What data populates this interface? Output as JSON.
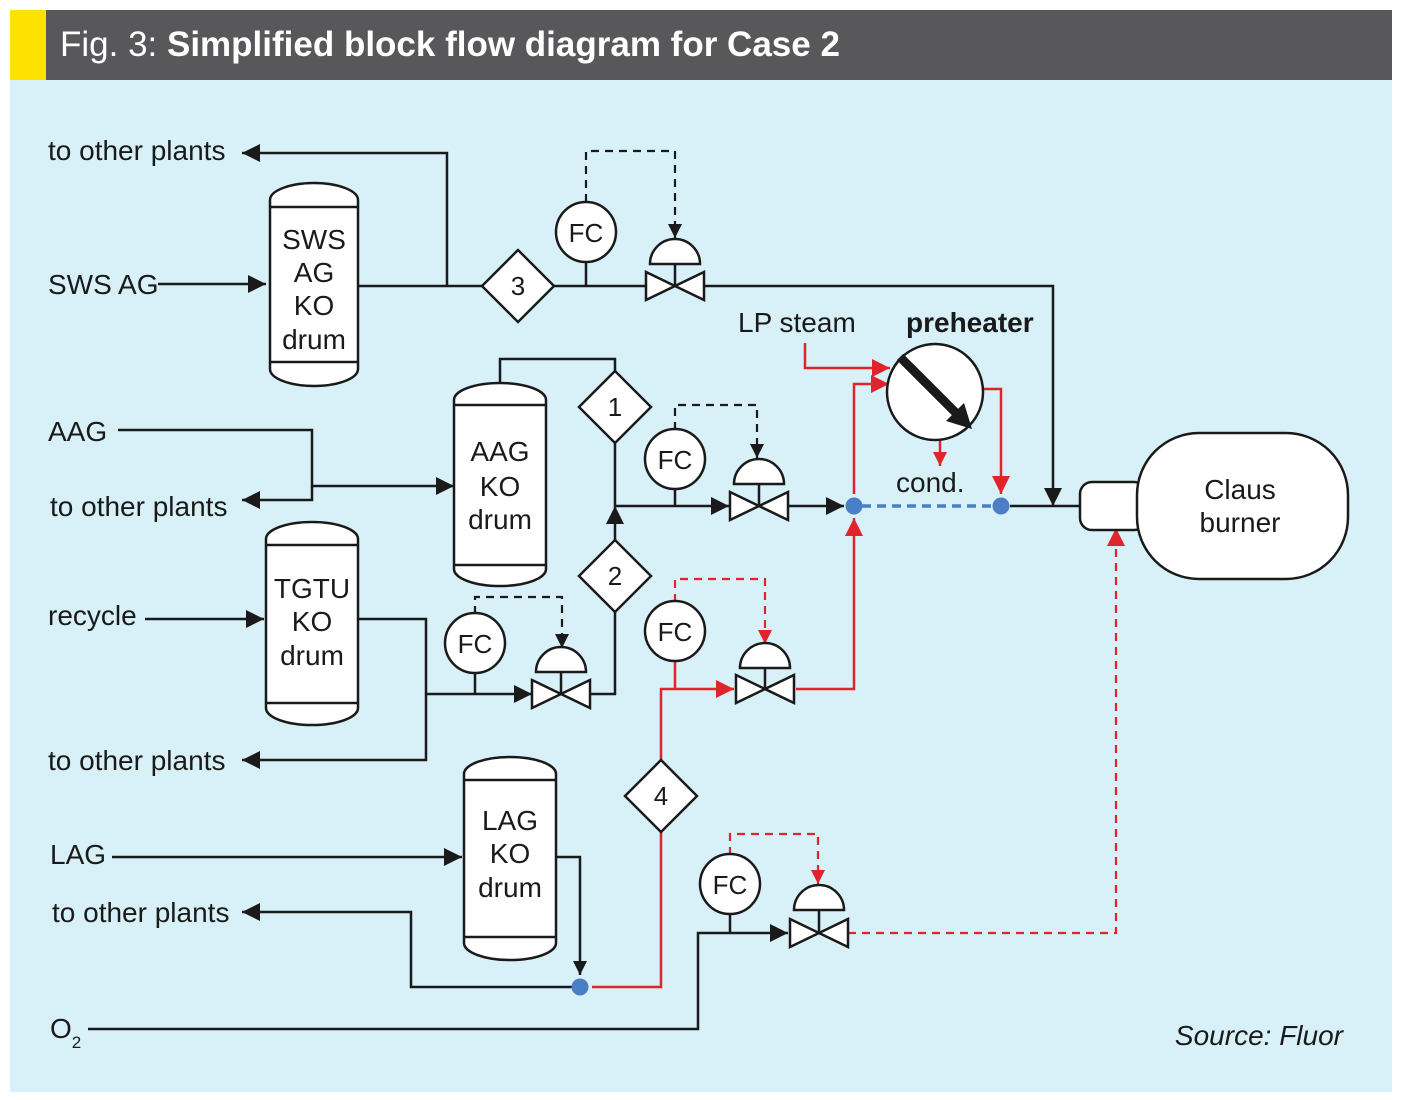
{
  "figure": {
    "prefix": "Fig. 3: ",
    "title": "Simplified block flow diagram for Case 2",
    "source": "Source: Fluor"
  },
  "colors": {
    "header_bg": "#58585a",
    "header_accent": "#fde100",
    "panel_bg": "#d8f0f8",
    "red": "#e0242b",
    "blue": "#4a7fc7",
    "line": "#1a1a1a"
  },
  "streams": {
    "sws_ag": "SWS AG",
    "aag": "AAG",
    "recycle": "recycle",
    "lag": "LAG",
    "o2": "O",
    "o2_sub": "2",
    "to_other_1": "to other plants",
    "to_other_2": "to other plants",
    "to_other_3": "to other plants",
    "to_other_4": "to other plants",
    "lp_steam": "LP steam",
    "cond": "cond."
  },
  "drums": {
    "sws": [
      "SWS",
      "AG",
      "KO",
      "drum"
    ],
    "aag": [
      "AAG",
      "KO",
      "drum"
    ],
    "tgtu": [
      "TGTU",
      "KO",
      "drum"
    ],
    "lag": [
      "LAG",
      "KO",
      "drum"
    ]
  },
  "instruments": {
    "fc1": "FC",
    "fc2": "FC",
    "fc3": "FC",
    "fc4": "FC",
    "fc5": "FC"
  },
  "markers": {
    "m1": "1",
    "m2": "2",
    "m3": "3",
    "m4": "4"
  },
  "equipment": {
    "preheater": "preheater",
    "burner_line1": "Claus",
    "burner_line2": "burner"
  }
}
